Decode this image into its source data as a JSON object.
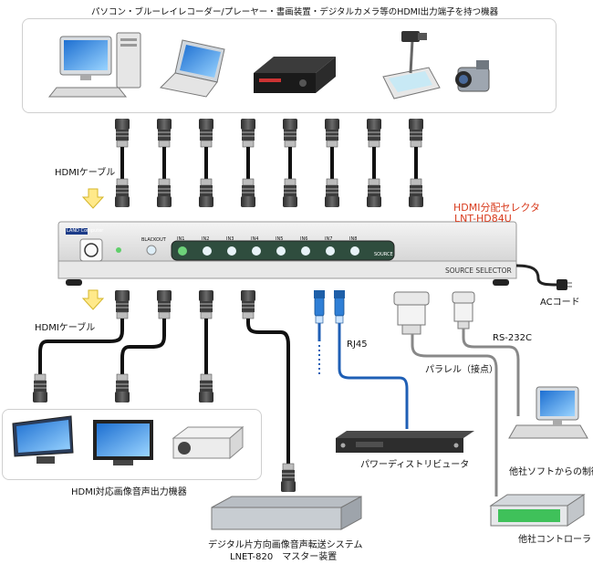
{
  "top_caption": "パソコン・ブルーレイレコーダー/プレーヤー・書画装置・デジタルカメラ等のHDMI出力端子を持つ機器",
  "cable_label_top": "HDMIケーブル",
  "cable_label_bottom": "HDMIケーブル",
  "product_name": "HDMI分配セレクタ",
  "product_model": "LNT-HD84U",
  "device": {
    "brand": "LAND Computer",
    "blackout_label": "BLACKOUT",
    "inputs": [
      "IN1",
      "IN2",
      "IN3",
      "IN4",
      "IN5",
      "IN6",
      "IN7",
      "IN8"
    ],
    "source_label": "SOURCE",
    "panel_caption": "SOURCE SELECTOR"
  },
  "ac_label": "ACコード",
  "rj45_label": "RJ45",
  "rs232c_label": "RS-232C",
  "parallel_label": "パラレル（接点）",
  "power_distributor_label": "パワーディストリビュータ",
  "other_software_label": "他社ソフトからの制御",
  "other_controller_label": "他社コントローラ",
  "output_devices_label": "HDMI対応画像音声出力機器",
  "transmission_label_line1": "デジタル片方向画像音声転送システム",
  "transmission_label_line2": "LNET-820　マスター装置",
  "colors": {
    "accent_red": "#d83a1c",
    "lan_blue": "#1f5fb5",
    "panel_led_green": "#5fcf6a"
  }
}
